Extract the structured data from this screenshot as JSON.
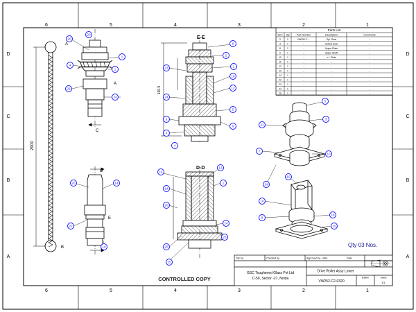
{
  "sheet": {
    "zone_columns_top": [
      "6",
      "5",
      "4",
      "3",
      "2",
      "1"
    ],
    "zone_columns_bottom": [
      "6",
      "5",
      "4",
      "3",
      "2",
      "1"
    ],
    "zone_rows_left": [
      "D",
      "C",
      "B",
      "A"
    ],
    "zone_rows_right": [
      "D",
      "C",
      "B",
      "A"
    ]
  },
  "parts_list": {
    "title": "Parts List",
    "headers": [
      "Item",
      "Qty",
      "Part Number",
      "Description",
      "Comments"
    ],
    "rows": [
      [
        "2",
        "1",
        "VW252-C ...",
        "Spl. Gear",
        "..."
      ],
      [
        "3",
        "1",
        "...",
        "Helical Gear",
        "..."
      ],
      [
        "8",
        "2",
        "...",
        "Upper Plate",
        "..."
      ],
      [
        "9",
        "1",
        "...",
        "Upper Shaft",
        "..."
      ],
      [
        "10",
        "1",
        "...",
        "c.f. Plate",
        "..."
      ],
      [
        "11",
        "1",
        "...",
        "...",
        "..."
      ],
      [
        "12",
        "1",
        "...",
        "...",
        "..."
      ],
      [
        "13",
        "1",
        "...",
        "...",
        "..."
      ],
      [
        "14",
        "1",
        "...",
        "...",
        "..."
      ],
      [
        "22",
        "1",
        "...",
        "...",
        "..."
      ],
      [
        "23",
        "1",
        "...",
        "...",
        "..."
      ],
      [
        "24",
        "1",
        "...",
        "...",
        "..."
      ],
      [
        "25",
        "1",
        "...",
        "...",
        "..."
      ]
    ]
  },
  "views": {
    "section_ee": "E-E",
    "section_dd": "D-D",
    "detail_a": "A"
  },
  "notes": {
    "quantity": "Qty 03 Nos.",
    "controlled_copy": "CONTROLLED COPY"
  },
  "title_block": {
    "company_line1": "GSC Toughened Glass Pvt Ltd",
    "company_line2": "C-50, Sector -27, Noida",
    "title": "Drive Roller Assy Lower",
    "drawing_number": "VW252-C2-0320",
    "drawn_by_label": "Dsn by",
    "checked_by_label": "Checked by",
    "approved_by_label": "Approved by - date",
    "date_label": "Date",
    "edition_label": "Edition",
    "sheet_label": "Sheet",
    "sheet_number": "1/1"
  },
  "balloons": {
    "left_long_shaft": [
      "20"
    ],
    "exploded_top_left": [
      "20",
      "1",
      "4",
      "23",
      "1",
      "24"
    ],
    "section_ee": [
      "8",
      "2",
      "1",
      "18",
      "12",
      "5",
      "6",
      "23",
      "24",
      "3",
      "4",
      "4"
    ],
    "section_dd": [
      "14",
      "13",
      "1",
      "14",
      "20",
      "24",
      "25",
      "25",
      "25",
      "10",
      "10"
    ],
    "bottom_left": [
      "20",
      "14",
      "22",
      "10"
    ],
    "iso_right": [
      "5",
      "3",
      "21",
      "7",
      "10",
      "24",
      "10",
      "10",
      "8",
      "18",
      "15"
    ]
  },
  "dimensions": {
    "long_shaft": "2900",
    "section_ee_height": "130.5"
  },
  "colors": {
    "line": "#000000",
    "balloon": "#1a1aff",
    "balloon_text": "#1a1aff",
    "hatch": "#000000",
    "note_quantity": "#1a1a9a",
    "controlled_copy": "#222222"
  }
}
